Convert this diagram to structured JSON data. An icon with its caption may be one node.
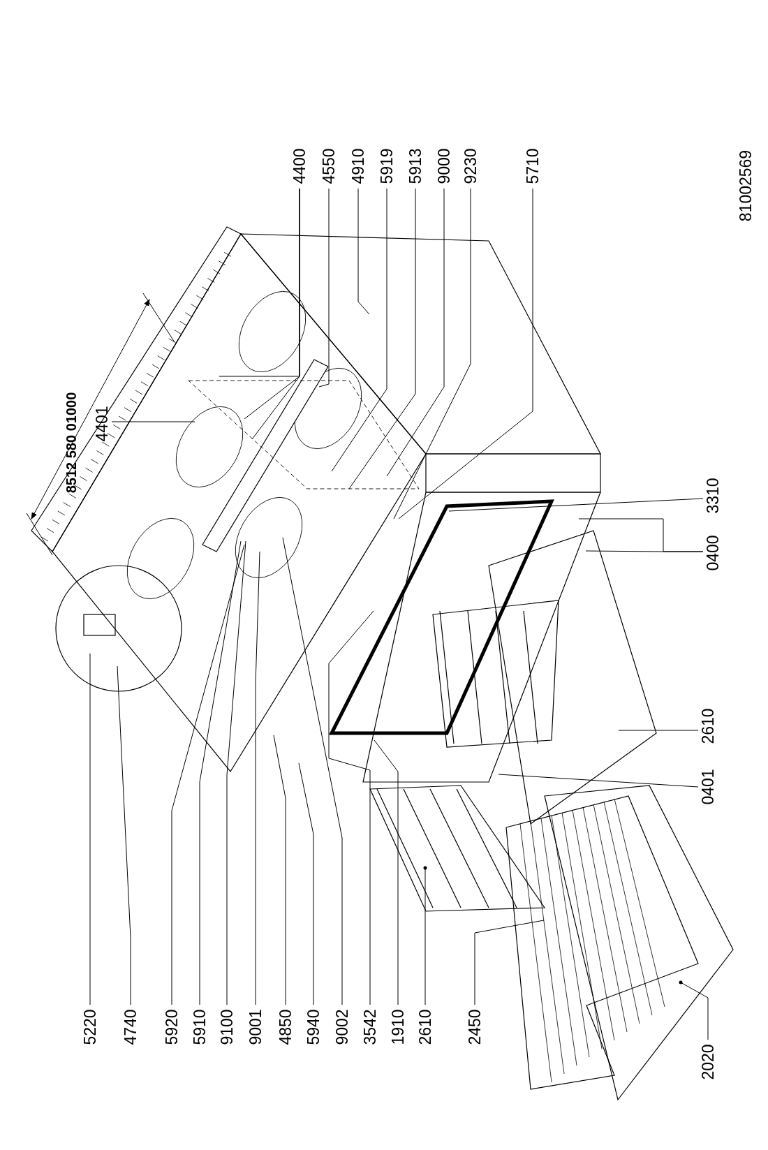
{
  "diagram": {
    "nodes": [
      {
        "text": [
          "4400"
        ]
      },
      {
        "text": [
          "4550"
        ]
      },
      {
        "text": [
          "4910"
        ]
      },
      {
        "text": [
          "5919"
        ]
      },
      {
        "text": [
          "5913"
        ]
      },
      {
        "text": [
          "9000"
        ]
      },
      {
        "text": [
          "9230"
        ]
      },
      {
        "text": [
          "5710"
        ]
      },
      {
        "text": [
          "4401"
        ]
      },
      {
        "text": [
          "3310"
        ]
      },
      {
        "text": [
          "0400"
        ]
      },
      {
        "text": [
          "2610"
        ]
      },
      {
        "text": [
          "0401"
        ]
      },
      {
        "text": [
          "5220"
        ]
      },
      {
        "text": [
          "4740"
        ]
      },
      {
        "text": [
          "5920"
        ]
      },
      {
        "text": [
          "5910"
        ]
      },
      {
        "text": [
          "9100"
        ]
      },
      {
        "text": [
          "9001"
        ]
      },
      {
        "text": [
          "4850"
        ]
      },
      {
        "text": [
          "5940"
        ]
      },
      {
        "text": [
          "9002"
        ]
      },
      {
        "text": [
          "3542"
        ]
      },
      {
        "text": [
          "1910"
        ]
      },
      {
        "text": [
          "2610"
        ]
      },
      {
        "text": [
          "2450"
        ]
      },
      {
        "text": [
          "2020"
        ]
      }
    ],
    "edges": [
      {
        "from": 0,
        "to": null,
        "arrow": "none"
      },
      {
        "from": 0,
        "to": null,
        "arrow": "none"
      },
      {
        "from": 0,
        "to": null,
        "arrow": "none"
      },
      {
        "from": 1,
        "to": null,
        "arrow": "none"
      },
      {
        "from": 2,
        "to": null,
        "arrow": "none"
      },
      {
        "from": 3,
        "to": null,
        "arrow": "none"
      },
      {
        "from": 4,
        "to": null,
        "arrow": "none"
      },
      {
        "from": 5,
        "to": null,
        "arrow": "none"
      },
      {
        "from": 6,
        "to": null,
        "arrow": "none"
      },
      {
        "from": 7,
        "to": null,
        "arrow": "none"
      },
      {
        "from": 8,
        "to": null,
        "arrow": "none"
      },
      {
        "from": 9,
        "to": null,
        "arrow": "none"
      },
      {
        "from": 10,
        "to": null,
        "arrow": "none"
      },
      {
        "from": 10,
        "to": null,
        "arrow": "none"
      },
      {
        "from": 11,
        "to": null,
        "arrow": "none"
      },
      {
        "from": 12,
        "to": null,
        "arrow": "none"
      },
      {
        "from": 13,
        "to": null,
        "arrow": "none"
      },
      {
        "from": 14,
        "to": null,
        "arrow": "none"
      },
      {
        "from": 15,
        "to": null,
        "arrow": "none"
      },
      {
        "from": 16,
        "to": null,
        "arrow": "none"
      },
      {
        "from": 17,
        "to": null,
        "arrow": "none"
      },
      {
        "from": 18,
        "to": null,
        "arrow": "none"
      },
      {
        "from": 19,
        "to": null,
        "arrow": "none"
      },
      {
        "from": 20,
        "to": null,
        "arrow": "none"
      },
      {
        "from": 21,
        "to": null,
        "arrow": "none"
      },
      {
        "from": 22,
        "to": null,
        "arrow": "none"
      },
      {
        "from": 23,
        "to": null,
        "arrow": "none"
      },
      {
        "from": 24,
        "to": null,
        "arrow": "other"
      },
      {
        "from": 25,
        "to": null,
        "arrow": "none"
      },
      {
        "from": 26,
        "to": null,
        "arrow": "other"
      }
    ],
    "labels": [
      "8512 580 01000",
      "81002569"
    ]
  }
}
